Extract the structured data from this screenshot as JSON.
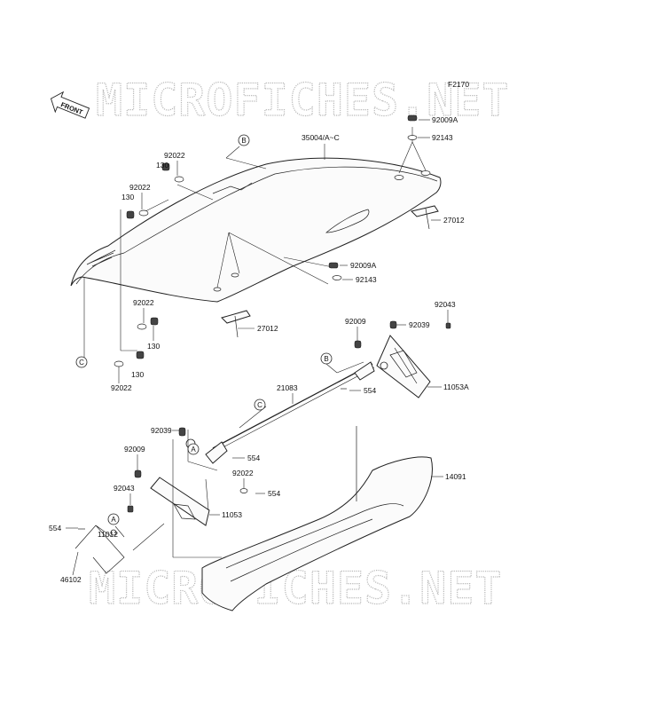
{
  "figure_code": "F2170",
  "direction_label": "FRONT",
  "watermark": "MICROFICHES.NET",
  "parts": {
    "p35004": "35004/A~C",
    "p92009A_1": "92009A",
    "p92143_1": "92143",
    "p27012_1": "27012",
    "p92009A_2": "92009A",
    "p92143_2": "92143",
    "p27012_2": "27012",
    "p92022_1": "92022",
    "p130_1": "130",
    "p92022_2": "92022",
    "p130_2": "130",
    "p92022_3": "92022",
    "p130_3": "130",
    "p92022_4": "92022",
    "p130_4": "130",
    "p92043_1": "92043",
    "p92009_1": "92009",
    "p92039_1": "92039",
    "p11053A": "11053A",
    "p554_1": "554",
    "p21083": "21083",
    "p92039_2": "92039",
    "p554_2": "554",
    "p92009_2": "92009",
    "p92022_5": "92022",
    "p554_3": "554",
    "p92043_2": "92043",
    "p11053": "11053",
    "p14091": "14091",
    "p554_4": "554",
    "p11012": "11012",
    "p46102": "46102"
  },
  "callouts": {
    "b1": "B",
    "c1": "C",
    "b2": "B",
    "c2": "C",
    "a1": "A",
    "a2": "A"
  }
}
